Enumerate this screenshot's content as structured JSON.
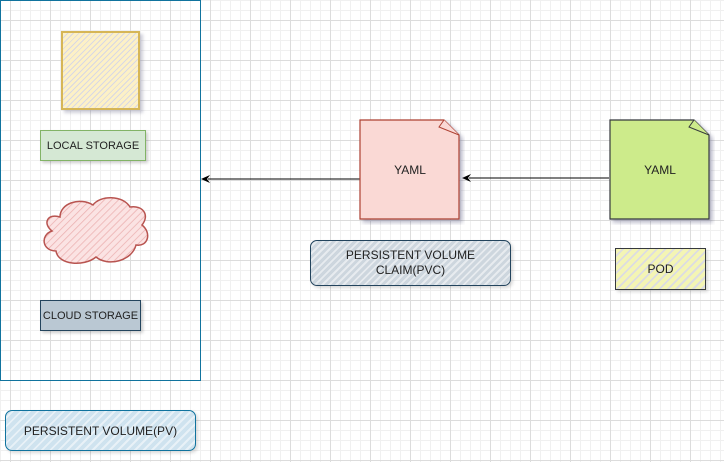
{
  "diagram": {
    "pv_container_label": "PERSISTENT VOLUME(PV)",
    "local_storage_label": "LOCAL STORAGE",
    "cloud_storage_label": "CLOUD STORAGE",
    "pvc_yaml_label": "YAML",
    "pvc_label": "PERSISTENT VOLUME CLAIM(PVC)",
    "pod_yaml_label": "YAML",
    "pod_label": "POD",
    "colors": {
      "container_border": "#10739e",
      "local_storage_fill": "#d5e8d4",
      "local_storage_border": "#82b366",
      "cloud_storage_fill": "#bac8d3",
      "cloud_storage_border": "#23445d",
      "pvc_yaml_fill": "#fad9d5",
      "pvc_yaml_border": "#ae4132",
      "pod_yaml_fill": "#cdeb8b",
      "pod_yaml_border": "#36393d",
      "storage_box_border": "#d6b656",
      "cloud_border": "#b85450"
    },
    "edges": [
      {
        "from": "pvc-yaml",
        "to": "pv-container"
      },
      {
        "from": "pod-yaml",
        "to": "pvc-yaml"
      }
    ]
  }
}
